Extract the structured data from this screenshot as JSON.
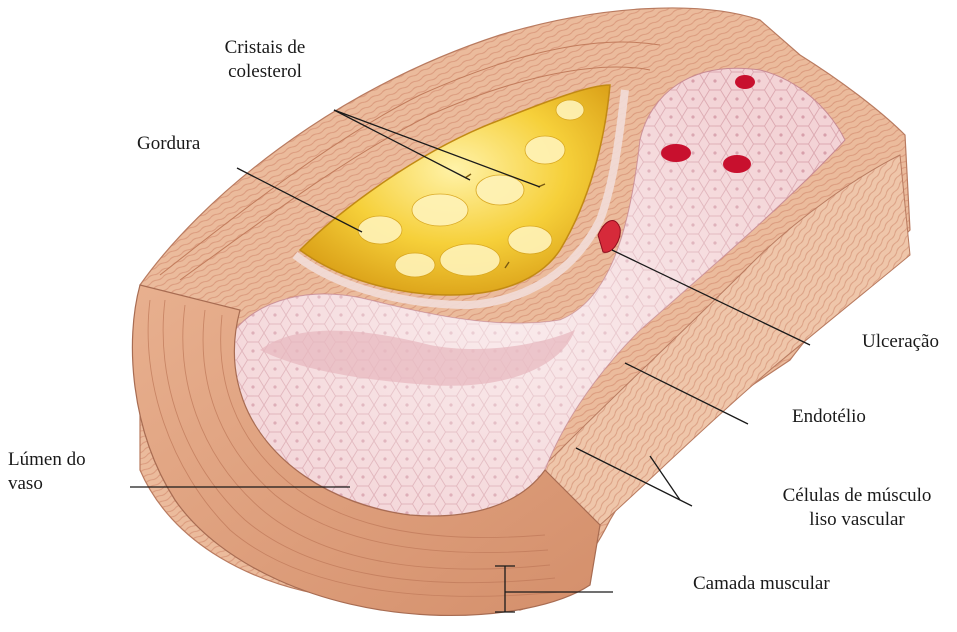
{
  "labels": {
    "cristais": [
      "Cristais de",
      "colesterol"
    ],
    "gordura": "Gordura",
    "ulceracao": "Ulceração",
    "endotelio": "Endotélio",
    "lumen": [
      "Lúmen do",
      "vaso"
    ],
    "celulas": [
      "Células de músculo",
      "liso vascular"
    ],
    "camada": "Camada muscular"
  },
  "colors": {
    "wall": "#e9b595",
    "wall_dark": "#d79372",
    "intima": "#f1cfd2",
    "fat": "#f4cb2e",
    "blood": "#c8102e",
    "leader": "#1a1a1a"
  }
}
